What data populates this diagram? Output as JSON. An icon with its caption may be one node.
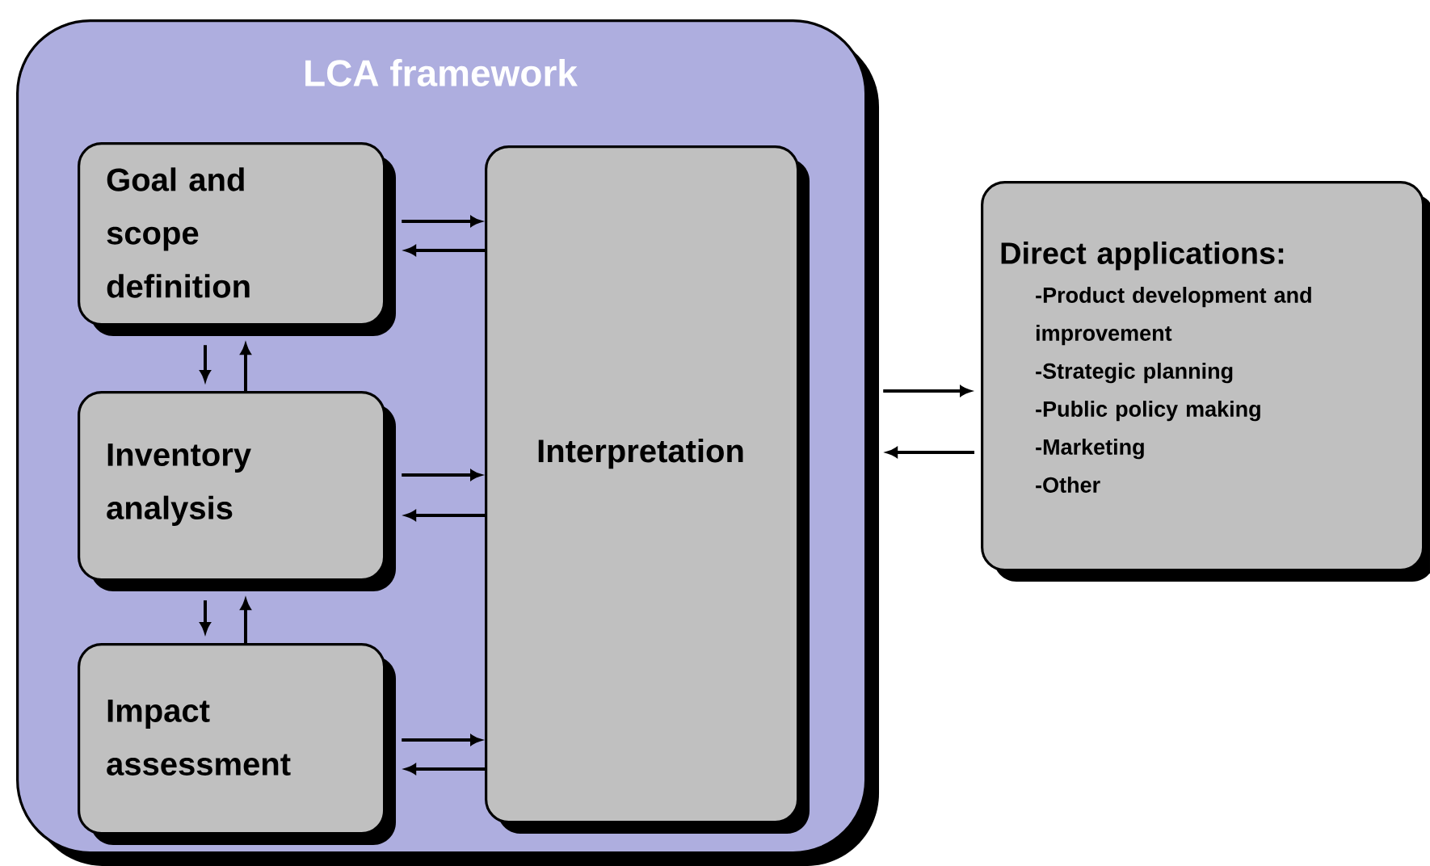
{
  "diagram": {
    "nodes": [
      {
        "text": [
          "LCA framework"
        ]
      },
      {
        "text": [
          "Goal and scope definition"
        ],
        "in": 0
      },
      {
        "text": [
          "Inventory analysis"
        ],
        "in": 0
      },
      {
        "text": [
          "Impact assessment"
        ],
        "in": 0
      },
      {
        "text": [
          "Interpretation"
        ],
        "in": 0
      },
      {
        "text": [
          "Direct applications:",
          "-Product development and improvement",
          "-Strategic planning",
          "-Public policy making",
          "-Marketing",
          "-Other"
        ]
      }
    ],
    "edges": [
      {
        "from": 1,
        "to": 4,
        "arrow": "to"
      },
      {
        "from": 4,
        "to": 1,
        "arrow": "to"
      },
      {
        "from": 1,
        "to": 2,
        "arrow": "to"
      },
      {
        "from": 2,
        "to": 1,
        "arrow": "to"
      },
      {
        "from": 2,
        "to": 4,
        "arrow": "to"
      },
      {
        "from": 4,
        "to": 2,
        "arrow": "to"
      },
      {
        "from": 2,
        "to": 3,
        "arrow": "to"
      },
      {
        "from": 3,
        "to": 2,
        "arrow": "to"
      },
      {
        "from": 3,
        "to": 4,
        "arrow": "to"
      },
      {
        "from": 4,
        "to": 3,
        "arrow": "to"
      },
      {
        "from": 0,
        "to": 5,
        "arrow": "to"
      },
      {
        "from": 5,
        "to": 0,
        "arrow": "to"
      }
    ]
  }
}
